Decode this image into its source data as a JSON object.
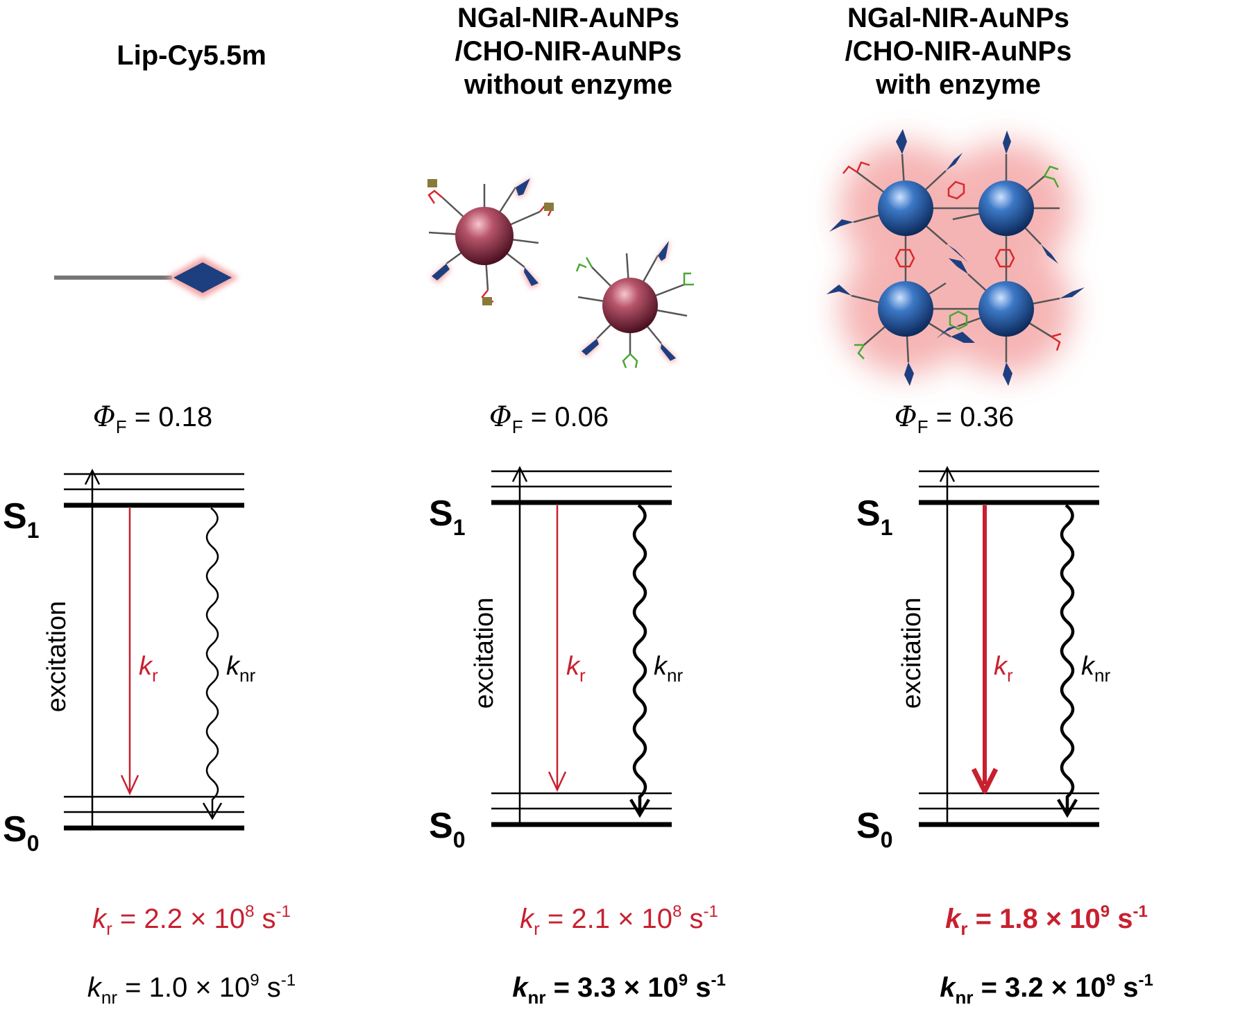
{
  "panels": [
    {
      "title_lines": [
        "Lip-Cy5.5m"
      ],
      "phi_symbol": "Φ",
      "phi_sub": "F",
      "phi_value": "= 0.18",
      "upper_state": "S",
      "upper_sub": "1",
      "lower_state": "S",
      "lower_sub": "0",
      "excitation_label": "excitation",
      "kr_symbol": "k",
      "kr_sub": "r",
      "knr_symbol": "k",
      "knr_sub": "nr",
      "kr_rate": {
        "sym": "k",
        "sub": "r",
        "value": "= 2.2 × 10",
        "exp": "8",
        "unit": "s",
        "unit_exp": "-1"
      },
      "knr_rate": {
        "sym": "k",
        "sub": "nr",
        "value": "= 1.0 × 10",
        "exp": "9",
        "unit": "s",
        "unit_exp": "-1"
      }
    },
    {
      "title_lines": [
        "NGal-NIR-AuNPs",
        "/CHO-NIR-AuNPs",
        "without enzyme"
      ],
      "phi_symbol": "Φ",
      "phi_sub": "F",
      "phi_value": "= 0.06",
      "upper_state": "S",
      "upper_sub": "1",
      "lower_state": "S",
      "lower_sub": "0",
      "excitation_label": "excitation",
      "kr_symbol": "k",
      "kr_sub": "r",
      "knr_symbol": "k",
      "knr_sub": "nr",
      "kr_rate": {
        "sym": "k",
        "sub": "r",
        "value": "= 2.1 × 10",
        "exp": "8",
        "unit": "s",
        "unit_exp": "-1"
      },
      "knr_rate": {
        "sym": "k",
        "sub": "nr",
        "value": "= 3.3 × 10",
        "exp": "9",
        "unit": "s",
        "unit_exp": "-1"
      }
    },
    {
      "title_lines": [
        "NGal-NIR-AuNPs",
        "/CHO-NIR-AuNPs",
        "with enzyme"
      ],
      "phi_symbol": "Φ",
      "phi_sub": "F",
      "phi_value": "= 0.36",
      "upper_state": "S",
      "upper_sub": "1",
      "lower_state": "S",
      "lower_sub": "0",
      "excitation_label": "excitation",
      "kr_symbol": "k",
      "kr_sub": "r",
      "knr_symbol": "k",
      "knr_sub": "nr",
      "kr_rate": {
        "sym": "k",
        "sub": "r",
        "value": "= 1.8 × 10",
        "exp": "9",
        "unit": "s",
        "unit_exp": "-1"
      },
      "knr_rate": {
        "sym": "k",
        "sub": "nr",
        "value": "= 3.2 × 10",
        "exp": "9",
        "unit": "s",
        "unit_exp": "-1"
      }
    }
  ],
  "colors": {
    "radiative": "#c8202f",
    "dye": "#1e3f7f",
    "gold_np_quenched": "#a0304a",
    "gold_np_aggregated": "#2a5fa8",
    "glow": "#f4a7a7",
    "cho_linker": "#d8282c",
    "gal_linker": "#4aa832",
    "lock": "#8a7a3a"
  }
}
